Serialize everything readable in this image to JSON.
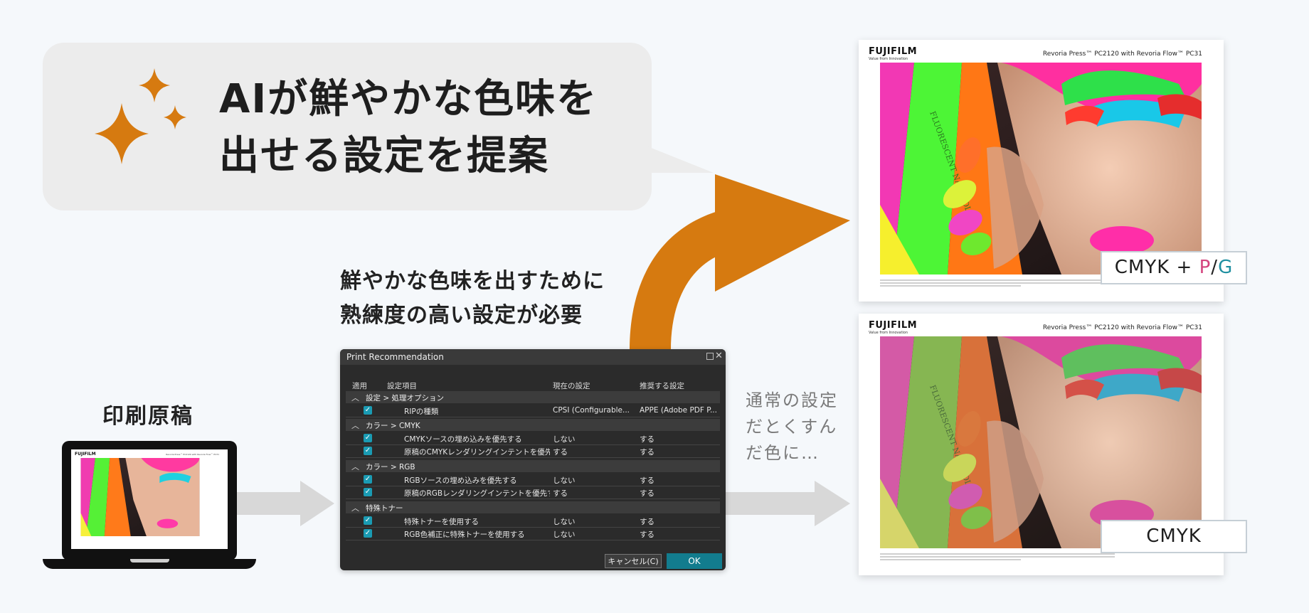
{
  "headline": {
    "line1": "AIが鮮やかな色味を",
    "line2": "出せる設定を提案"
  },
  "need_text": {
    "line1": "鮮やかな色味を出すために",
    "line2": "熟練度の高い設定が必要"
  },
  "original_label": "印刷原稿",
  "normal_text": {
    "line1": "通常の設定",
    "line2": "だとくすん",
    "line3": "だ色に…"
  },
  "dialog": {
    "title": "Print Recommendation",
    "columns": {
      "apply": "適用",
      "item": "設定項目",
      "current": "現在の設定",
      "recommended": "推奨する設定"
    },
    "groups": [
      {
        "label": "設定 > 処理オプション",
        "items": [
          {
            "name": "RIPの種類",
            "current": "CPSI (Configurable...",
            "recommended": "APPE (Adobe PDF P..."
          }
        ]
      },
      {
        "label": "カラー > CMYK",
        "items": [
          {
            "name": "CMYKソースの埋め込みを優先する",
            "current": "しない",
            "recommended": "する"
          },
          {
            "name": "原稿のCMYKレンダリングインテントを優先する",
            "current": "する",
            "recommended": "する"
          }
        ]
      },
      {
        "label": "カラー > RGB",
        "items": [
          {
            "name": "RGBソースの埋め込みを優先する",
            "current": "しない",
            "recommended": "する"
          },
          {
            "name": "原稿のRGBレンダリングインテントを優先する",
            "current": "する",
            "recommended": "する"
          }
        ]
      },
      {
        "label": "特殊トナー",
        "items": [
          {
            "name": "特殊トナーを使用する",
            "current": "しない",
            "recommended": "する"
          },
          {
            "name": "RGB色補正に特殊トナーを使用する",
            "current": "しない",
            "recommended": "する"
          }
        ]
      }
    ],
    "cancel_label": "キャンセル(C)",
    "ok_label": "OK"
  },
  "posters": [
    {
      "brand": "FUJIFILM",
      "tagline": "Value from Innovation",
      "model": "Revoria Press™ PC2120 with Revoria Flow™ PC31",
      "label_parts": [
        "CMYK + ",
        "P",
        "/",
        "G"
      ],
      "variant": "vivid"
    },
    {
      "brand": "FUJIFILM",
      "tagline": "Value from Innovation",
      "model": "Revoria Press™ PC2120 with Revoria Flow™ PC31",
      "label": "CMYK",
      "variant": "dull"
    }
  ],
  "laptop": {
    "brand": "FUJIFILM",
    "model": "Revoria Press™ PC2120 with Revoria Flow™ PC31"
  },
  "art_text": "FLUORESCENT NAIL POLISH",
  "colors": {
    "accent_orange": "#d67a10",
    "dialog_teal": "#127c8e",
    "checkbox": "#1a9bb3",
    "pink": "#d4447e",
    "teal": "#1e8fa0"
  },
  "icons": [
    "sparkle-icon",
    "checkbox-icon",
    "chevron-up-icon",
    "maximize-icon",
    "close-icon",
    "curved-arrow-icon",
    "right-arrow-icon"
  ]
}
